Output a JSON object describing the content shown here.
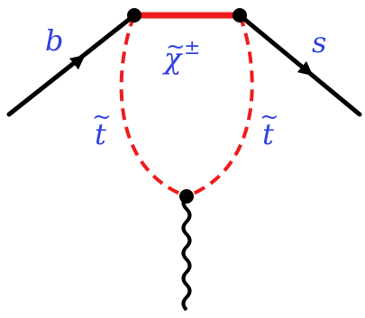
{
  "labels": {
    "incoming_quark": "b",
    "outgoing_quark": "s",
    "chargino_base": "χ",
    "chargino_tilde": "~",
    "chargino_charge": "±",
    "left_squark_base": "t",
    "left_squark_tilde": "~",
    "right_squark_base": "t",
    "right_squark_tilde": "~"
  },
  "colors": {
    "label": "#2f3fe0",
    "loop": "#ee1c1c",
    "fermion": "#000000",
    "vertex": "#000000"
  }
}
